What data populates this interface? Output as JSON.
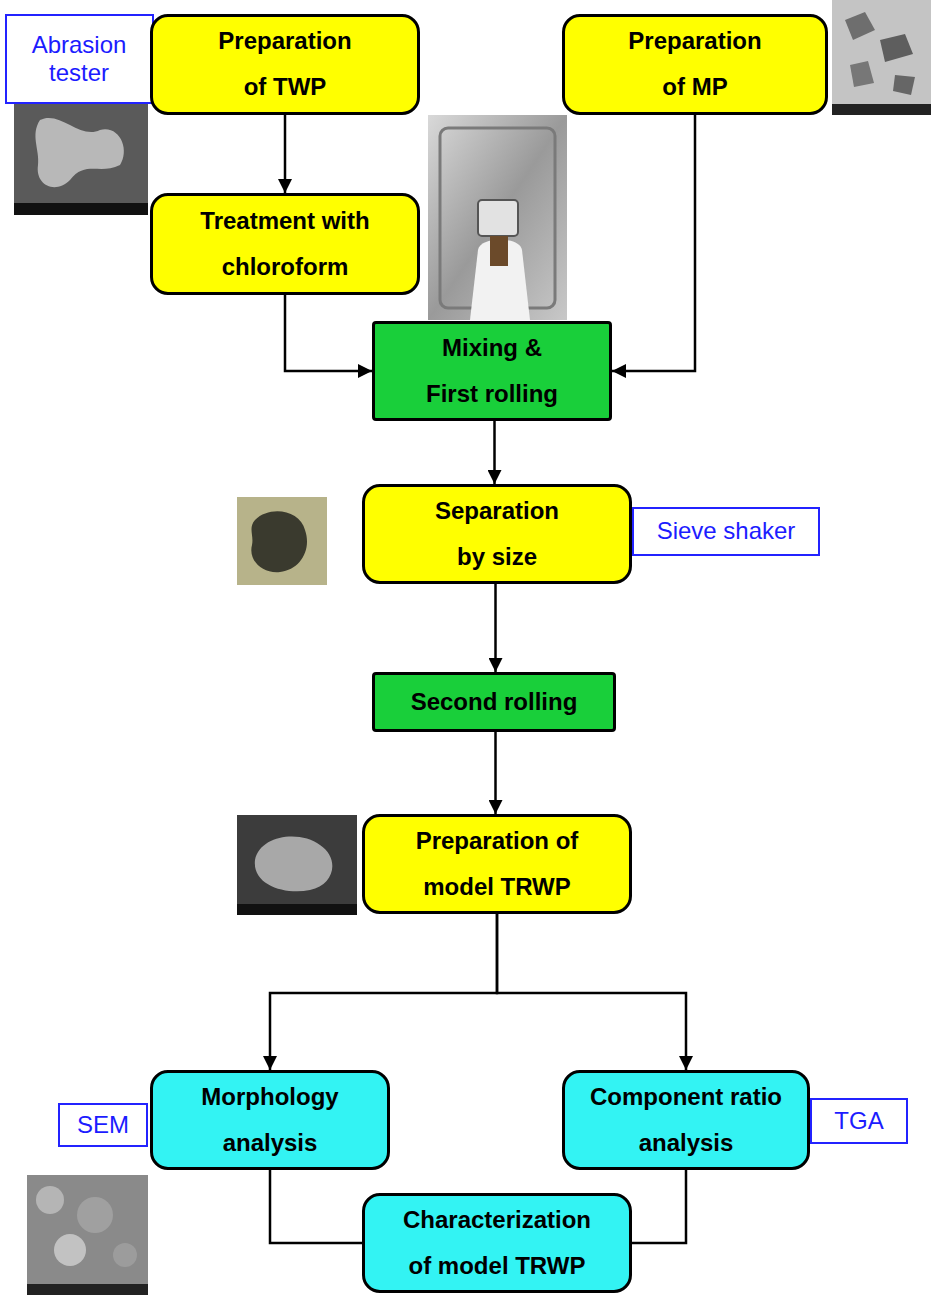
{
  "diagram": {
    "nodes": [
      {
        "text": [
          "Abrasion tester"
        ]
      },
      {
        "text": [
          "Preparation of TWP"
        ]
      },
      {
        "text": [
          "Preparation of MP"
        ]
      },
      {
        "text": [
          "Treatment with chloroform"
        ]
      },
      {
        "text": [
          "Mixing & First rolling"
        ]
      },
      {
        "text": [
          "Separation by size"
        ]
      },
      {
        "text": [
          "Sieve shaker"
        ]
      },
      {
        "text": [
          "Second rolling"
        ]
      },
      {
        "text": [
          "Preparation of model TRWP"
        ]
      },
      {
        "text": [
          "SEM"
        ]
      },
      {
        "text": [
          "Morphology analysis"
        ]
      },
      {
        "text": [
          "Component ratio analysis"
        ]
      },
      {
        "text": [
          "TGA"
        ]
      },
      {
        "text": [
          "Characterization of model TRWP"
        ]
      }
    ],
    "edges": [
      {
        "from": 1,
        "to": 3,
        "arrow": "to"
      },
      {
        "from": 3,
        "to": 4,
        "arrow": "to"
      },
      {
        "from": 2,
        "to": 4,
        "arrow": "to"
      },
      {
        "from": 4,
        "to": 5,
        "arrow": "to"
      },
      {
        "from": 5,
        "to": 7,
        "arrow": "to"
      },
      {
        "from": 7,
        "to": 8,
        "arrow": "to"
      },
      {
        "from": 8,
        "to": 10,
        "arrow": "to"
      },
      {
        "from": 8,
        "to": 11,
        "arrow": "to"
      },
      {
        "from": 10,
        "to": 13,
        "arrow": "none"
      },
      {
        "from": 11,
        "to": 13,
        "arrow": "none"
      }
    ]
  }
}
